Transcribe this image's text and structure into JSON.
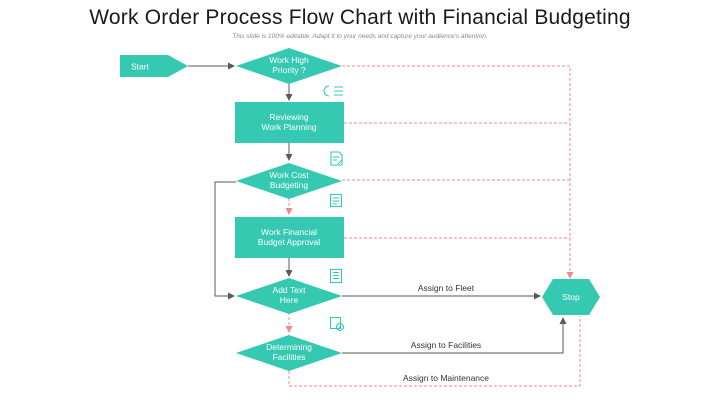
{
  "title": "Work Order Process Flow Chart with Financial Budgeting",
  "subtitle": "This slide is 100% editable. Adapt it to your needs and capture your audience's attention.",
  "colors": {
    "node": "#36c9b1",
    "arrow": "#5a5a5a",
    "dashed": "#f08a8a"
  },
  "nodes": {
    "start": {
      "label": "Start"
    },
    "priority": {
      "line1": "Work High",
      "line2": "Priority ?"
    },
    "reviewing": {
      "line1": "Reviewing",
      "line2": "Work Planning"
    },
    "cost": {
      "line1": "Work Cost",
      "line2": "Budgeting"
    },
    "approval": {
      "line1": "Work Financial",
      "line2": "Budget Approval"
    },
    "addtext": {
      "line1": "Add Text",
      "line2": "Here"
    },
    "determining": {
      "line1": "Determining",
      "line2": "Facilities"
    },
    "stop": {
      "label": "Stop"
    }
  },
  "edges": {
    "fleet": "Assign to Fleet",
    "facilities": "Assign to Facilities",
    "maintenance": "Assign to Maintenance"
  },
  "icons": [
    "list-icon",
    "document-edit-icon",
    "form-icon",
    "notebook-icon",
    "settings-gear-icon"
  ]
}
